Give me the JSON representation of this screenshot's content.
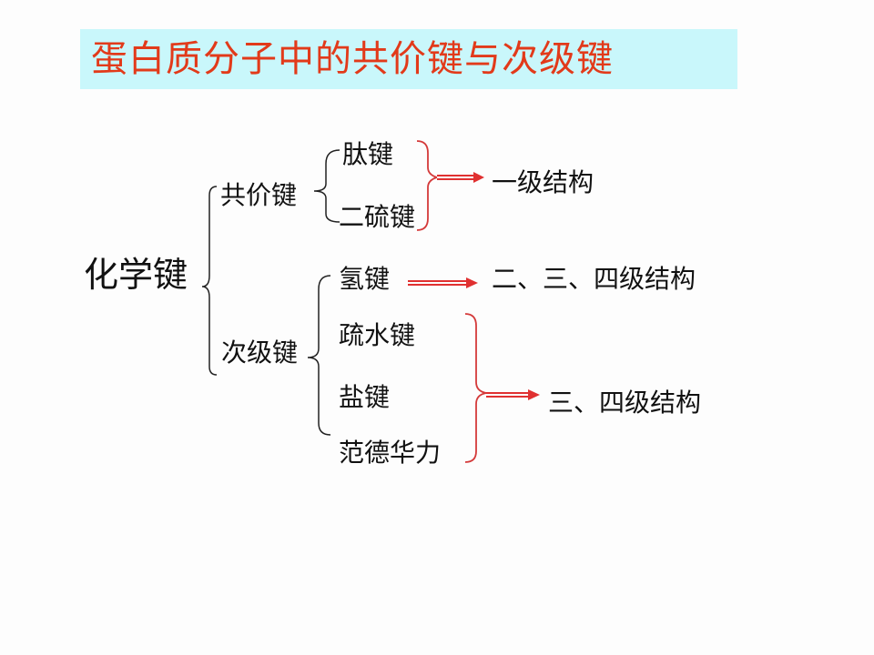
{
  "title": "蛋白质分子中的共价键与次级键",
  "nodes": {
    "root": "化学键",
    "covalent": "共价键",
    "secondary": "次级键",
    "peptide": "肽键",
    "disulfide": "二硫键",
    "hydrogen": "氢键",
    "hydrophobic": "疏水键",
    "salt": "盐键",
    "vdw": "范德华力"
  },
  "results": {
    "primary": "一级结构",
    "sec_to_quat": "二、三、四级结构",
    "tert_quat": "三、四级结构"
  },
  "colors": {
    "title": "#e23a1a",
    "title_bg": "#c9f7fb",
    "bracket": "#d43a3a",
    "arrow": "#e03030"
  }
}
